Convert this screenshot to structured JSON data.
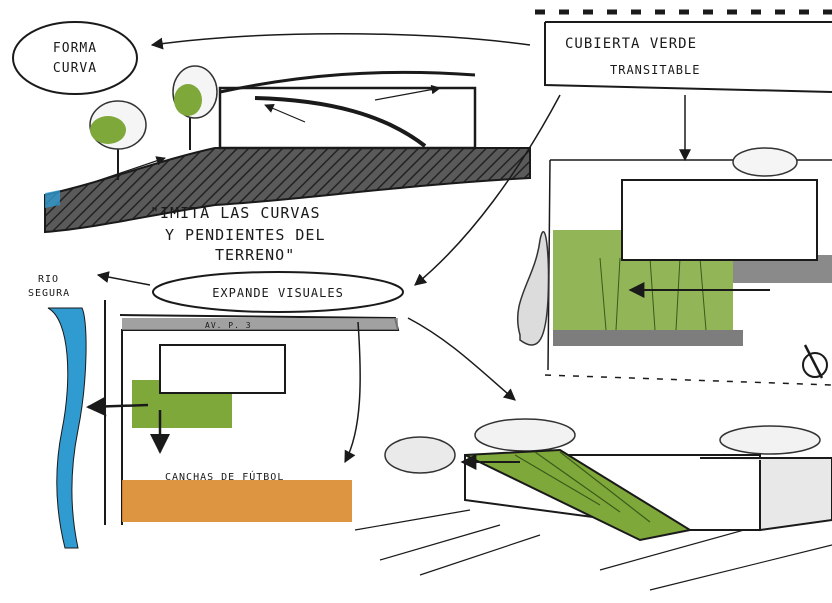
{
  "labels": {
    "forma_curva_line1": "FORMA",
    "forma_curva_line2": "CURVA",
    "cubierta_line1": "CUBIERTA VERDE",
    "cubierta_line2": "TRANSITABLE",
    "imita_line1": "\"IMITA LAS CURVAS",
    "imita_line2": "Y PENDIENTES DEL",
    "imita_line3": "TERRENO\"",
    "expande": "EXPANDE VISUALES",
    "rio_line1": "RIO",
    "rio_line2": "SEGURA",
    "street": "AV. P. 3",
    "canchas": "CANCHAS DE FÚTBOL"
  },
  "colors": {
    "green": "#7fa83a",
    "river": "#2f9bd0",
    "orange": "#d98a2c",
    "ink": "#1a1a1a",
    "gray": "#8a8a8a"
  }
}
